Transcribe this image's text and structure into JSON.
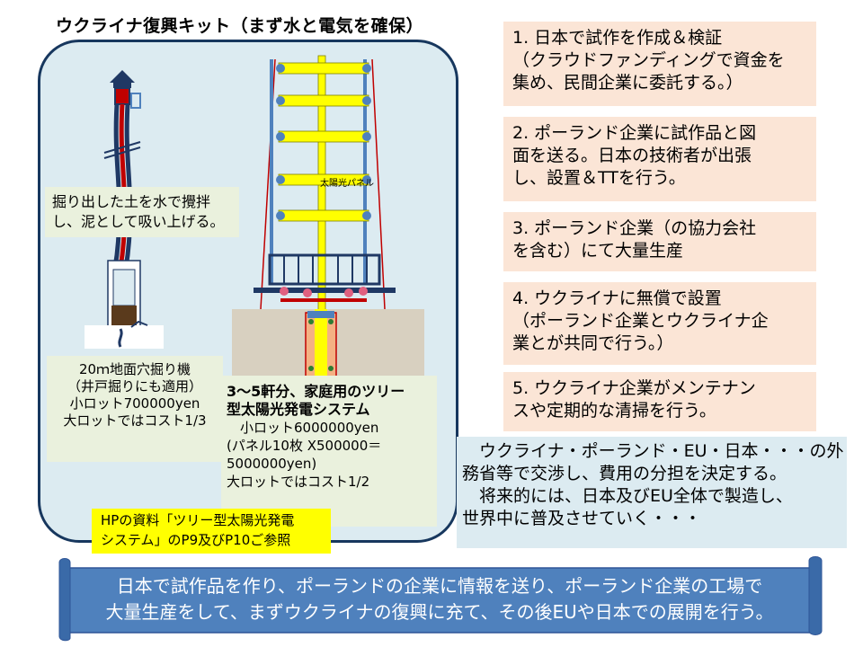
{
  "title": "ウクライナ復興キット（まず水と電気を確保）",
  "steps": [
    {
      "lines": [
        "1. 日本で試作を作成＆検証",
        "（クラウドファンディングで資金を",
        "集め、民間企業に委託する。）"
      ]
    },
    {
      "lines": [
        "2. ポーランド企業に試作品と図",
        "面を送る。日本の技術者が出張",
        "し、設置＆TTを行う。"
      ]
    },
    {
      "lines": [
        "3. ポーランド企業（の協力会社",
        "を含む）にて大量生産"
      ]
    },
    {
      "lines": [
        "4. ウクライナに無償で設置",
        "（ポーランド企業とウクライナ企",
        "業とが共同で行う。）"
      ]
    },
    {
      "lines": [
        "5. ウクライナ企業がメンテナン",
        "スや定期的な清掃を行う。"
      ]
    }
  ],
  "right_note": [
    "　ウクライナ・ポーランド・EU・日本・・・の外",
    "務省等で交渉し、費用の分担を決定する。",
    "　将来的には、日本及びEU全体で製造し、",
    "世界中に普及させていく・・・"
  ],
  "mud_note": [
    "掘り出した土を水で攪拌",
    "し、泥として吸い上げる。"
  ],
  "drill_note": [
    "20ｍ地面穴掘り機",
    "（井戸掘りにも適用）",
    "小ロット700000yen",
    "大ロットではコスト1/3"
  ],
  "tree_note": {
    "title": [
      "3～5軒分、家庭用のツリー",
      "型太陽光発電システム"
    ],
    "lines": [
      "　小ロット6000000yen",
      "(パネル10枚 X500000＝",
      "5000000yen)",
      "大ロットではコスト1/2"
    ]
  },
  "solar_label": "太陽光パネル",
  "hp_note": [
    "HPの資料「ツリー型太陽光発電",
    "システム」のP9及びP10ご参照"
  ],
  "banner": [
    "日本で試作品を作り、ポーランドの企業に情報を送り、ポーランド企業の工場で",
    "大量生産をして、まずウクライナの復興に充て、その後EUや日本での展開を行う。"
  ],
  "colors": {
    "panel_bg": "#dcebf1",
    "panel_border": "#17375e",
    "step_bg": "#fbe5d6",
    "note_bg": "#eaf1dd",
    "banner_bg": "#4f81bd",
    "highlight": "#ffff00",
    "pole": "#ffff00",
    "pipe": "#c00000"
  }
}
